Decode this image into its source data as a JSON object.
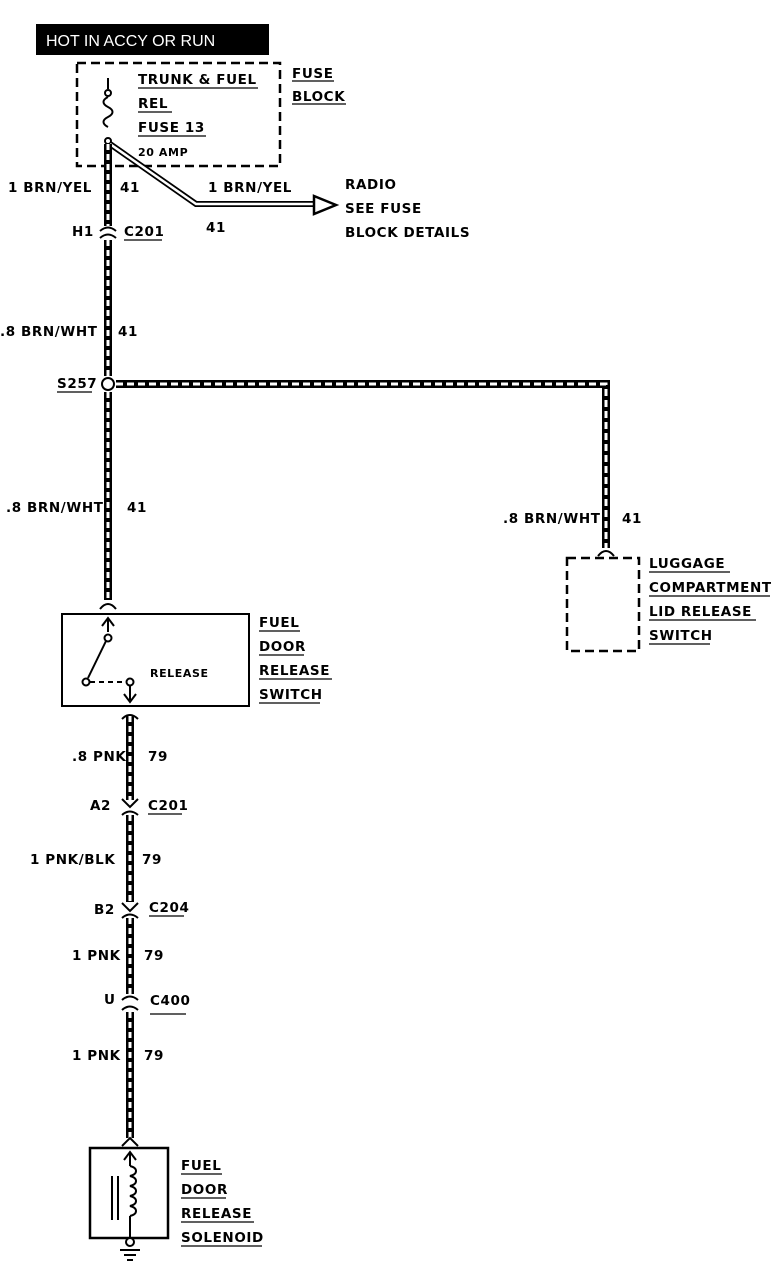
{
  "header": {
    "text": "HOT IN ACCY OR RUN"
  },
  "fuse_block": {
    "label_lines": [
      "FUSE",
      "BLOCK"
    ],
    "fuse_lines": [
      "TRUNK & FUEL",
      "REL",
      "FUSE 13"
    ],
    "amperage": "20 AMP"
  },
  "radio_branch": {
    "wire_label": "1 BRN/YEL",
    "circuit": "41",
    "dest_lines": [
      "RADIO",
      "SEE FUSE",
      "BLOCK DETAILS"
    ]
  },
  "main_wires": [
    {
      "wire_label": "1 BRN/YEL",
      "circuit": "41"
    },
    {
      "wire_label": ".8 BRN/WHT",
      "circuit": "41"
    },
    {
      "wire_label": ".8 BRN/WHT",
      "circuit": "41"
    },
    {
      "wire_label": ".8 PNK",
      "circuit": "79"
    },
    {
      "wire_label": "1 PNK/BLK",
      "circuit": "79"
    },
    {
      "wire_label": "1 PNK",
      "circuit": "79"
    },
    {
      "wire_label": "1 PNK",
      "circuit": "79"
    }
  ],
  "connectors": [
    {
      "pin": "H1",
      "name": "C201"
    },
    {
      "pin": "A2",
      "name": "C201"
    },
    {
      "pin": "B2",
      "name": "C204"
    },
    {
      "pin": "U",
      "name": "C400"
    }
  ],
  "splice": {
    "name": "S257"
  },
  "luggage_branch": {
    "wire_label": ".8 BRN/WHT",
    "circuit": "41",
    "component_lines": [
      "LUGGAGE",
      "COMPARTMENT",
      "LID RELEASE",
      "SWITCH"
    ]
  },
  "fuel_door_switch": {
    "component_lines": [
      "FUEL",
      "DOOR",
      "RELEASE",
      "SWITCH"
    ],
    "inner_label": "RELEASE"
  },
  "solenoid": {
    "component_lines": [
      "FUEL",
      "DOOR",
      "RELEASE",
      "SOLENOID"
    ]
  }
}
